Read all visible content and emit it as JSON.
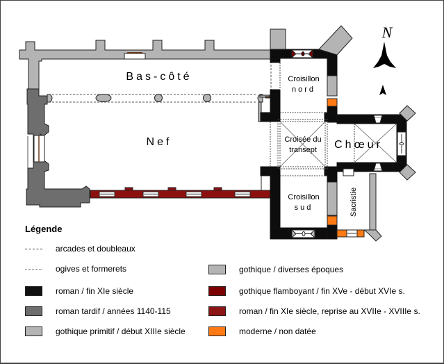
{
  "plan": {
    "rooms": {
      "bas_cote": "Bas-côté",
      "nef": "Nef",
      "croisillon_nord_1": "Croisillon",
      "croisillon_nord_2": "nord",
      "croisee_1": "Croisée du",
      "croisee_2": "transept",
      "choeur": "Chœur",
      "croisillon_sud_1": "Croisillon",
      "croisillon_sud_2": "sud",
      "sacristie": "Sacristie"
    },
    "north_label": "N"
  },
  "colors": {
    "roman": "#0d0d0d",
    "roman_tardif": "#6e6e6e",
    "gothique_primitif": "#b4b4b4",
    "gothique_diverses": "#b4b4b4",
    "gothique_flamboyant": "#7d0000",
    "roman_reprise": "#8c1010",
    "moderne": "#ff7a14"
  },
  "legend": {
    "title": "Légende",
    "lines": [
      {
        "style": "dashed",
        "label": "arcades et doubleaux"
      },
      {
        "style": "dotted",
        "label": "ogives et formerets"
      }
    ],
    "left_items": [
      {
        "color": "#111111",
        "label": "roman / fin XIe siècle"
      },
      {
        "color": "#6e6e6e",
        "label": "roman tardif / années 1140-115"
      },
      {
        "color": "#b4b4b4",
        "label": "gothique primitif / début XIIIe siècle"
      }
    ],
    "right_items": [
      {
        "color": "#b4b4b4",
        "label": "gothique / diverses époques"
      },
      {
        "color": "#7d0000",
        "label": "gothique flamboyant / fin XVe - début XVIe s."
      },
      {
        "color": "#8c1515",
        "label": "roman / fin XIe siècle, reprise au XVIIe - XVIIIe s."
      },
      {
        "color": "#ff7a14",
        "label": "moderne / non datée"
      }
    ]
  }
}
